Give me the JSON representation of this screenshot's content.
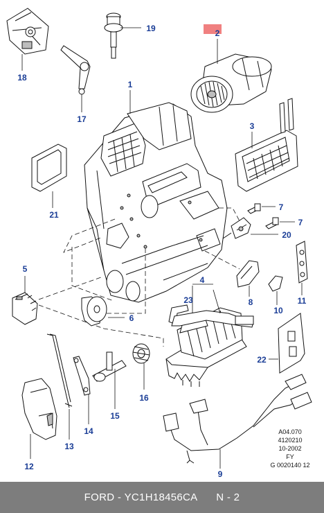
{
  "callouts": {
    "c1": "1",
    "c2": "2",
    "c3": "3",
    "c4": "4",
    "c5": "5",
    "c6": "6",
    "c7a": "7",
    "c7b": "7",
    "c8": "8",
    "c9": "9",
    "c10": "10",
    "c11": "11",
    "c12": "12",
    "c13": "13",
    "c14": "14",
    "c15": "15",
    "c16": "16",
    "c17": "17",
    "c18": "18",
    "c19": "19",
    "c20": "20",
    "c21": "21",
    "c22": "22",
    "c23": "23"
  },
  "reference": {
    "line1": "A04.070",
    "line2": "4120210",
    "line3": "10-2002",
    "line4": "FY",
    "line5": "G 0020140 12"
  },
  "footer": {
    "brand": "FORD",
    "separator": " - ",
    "part_number": "YC1H18456CA",
    "page": "N - 2"
  },
  "colors": {
    "callout_text": "#1a3d96",
    "highlight_marker": "#f08080",
    "footer_bg": "#7d7d7d",
    "footer_text": "#ffffff"
  }
}
